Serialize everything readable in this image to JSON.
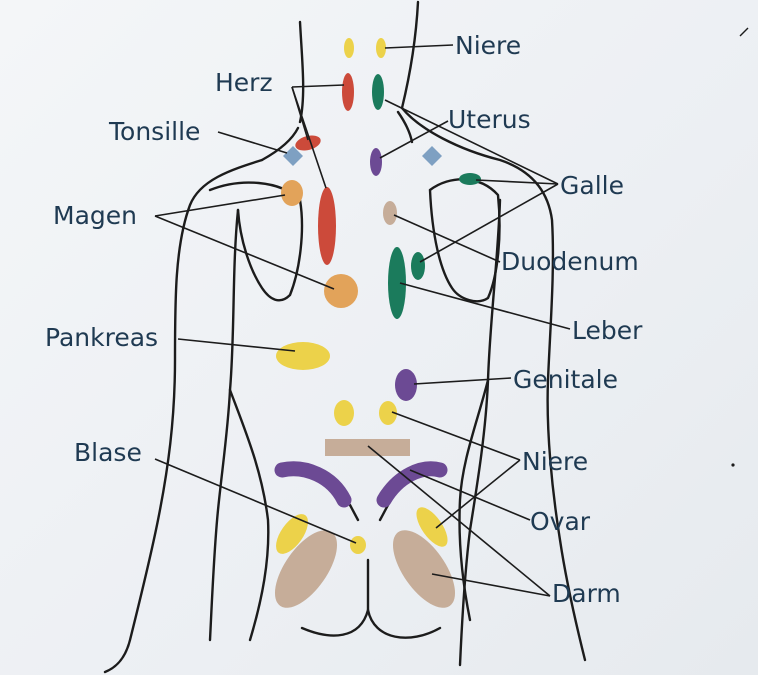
{
  "labels": {
    "niere_top": "Niere",
    "herz": "Herz",
    "uterus": "Uterus",
    "tonsille": "Tonsille",
    "galle": "Galle",
    "magen": "Magen",
    "duodenum": "Duodenum",
    "leber": "Leber",
    "pankreas": "Pankreas",
    "genitale": "Genitale",
    "blase": "Blase",
    "niere_bottom": "Niere",
    "ovar": "Ovar",
    "darm": "Darm"
  },
  "colors": {
    "yellow": "#ecd24a",
    "red": "#cc4a3a",
    "green": "#1b7b5c",
    "purple": "#6c4a94",
    "blue": "#7ea0c2",
    "orange": "#e2a35a",
    "tan": "#c6ad99",
    "ink": "#1c1c1c",
    "text": "#1f3a52"
  }
}
